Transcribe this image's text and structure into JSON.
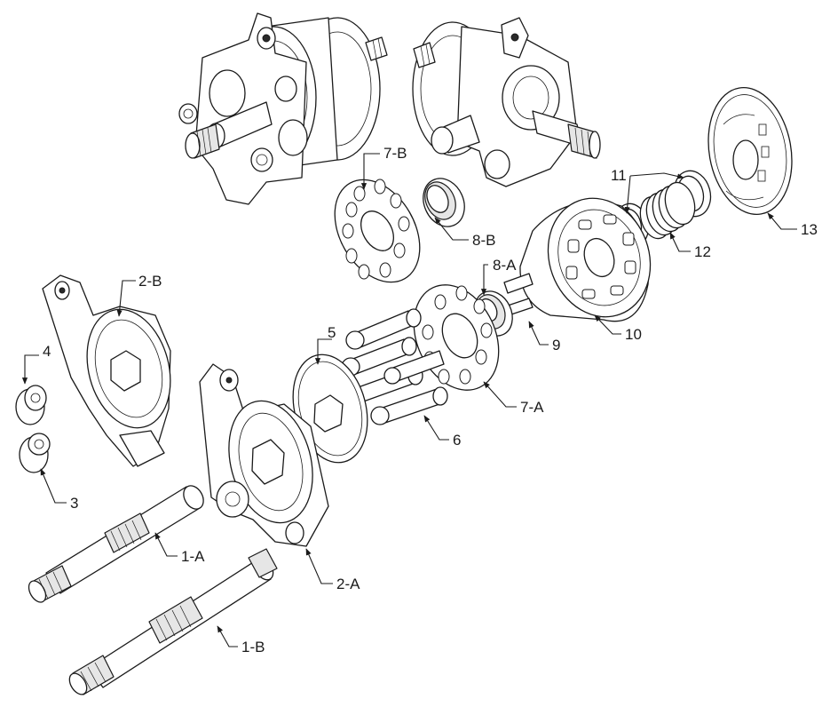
{
  "diagram": {
    "labels": {
      "l1a": "1-A",
      "l1b": "1-B",
      "l2a": "2-A",
      "l2b": "2-B",
      "l3": "3",
      "l4": "4",
      "l5": "5",
      "l6": "6",
      "l7a": "7-A",
      "l7b": "7-B",
      "l8a": "8-A",
      "l8b": "8-B",
      "l9": "9",
      "l10": "10",
      "l11": "11",
      "l12": "12",
      "l13": "13"
    },
    "colors": {
      "line": "#1a1a1a",
      "fill": "#ffffff",
      "shade": "#e6e6e6"
    }
  }
}
